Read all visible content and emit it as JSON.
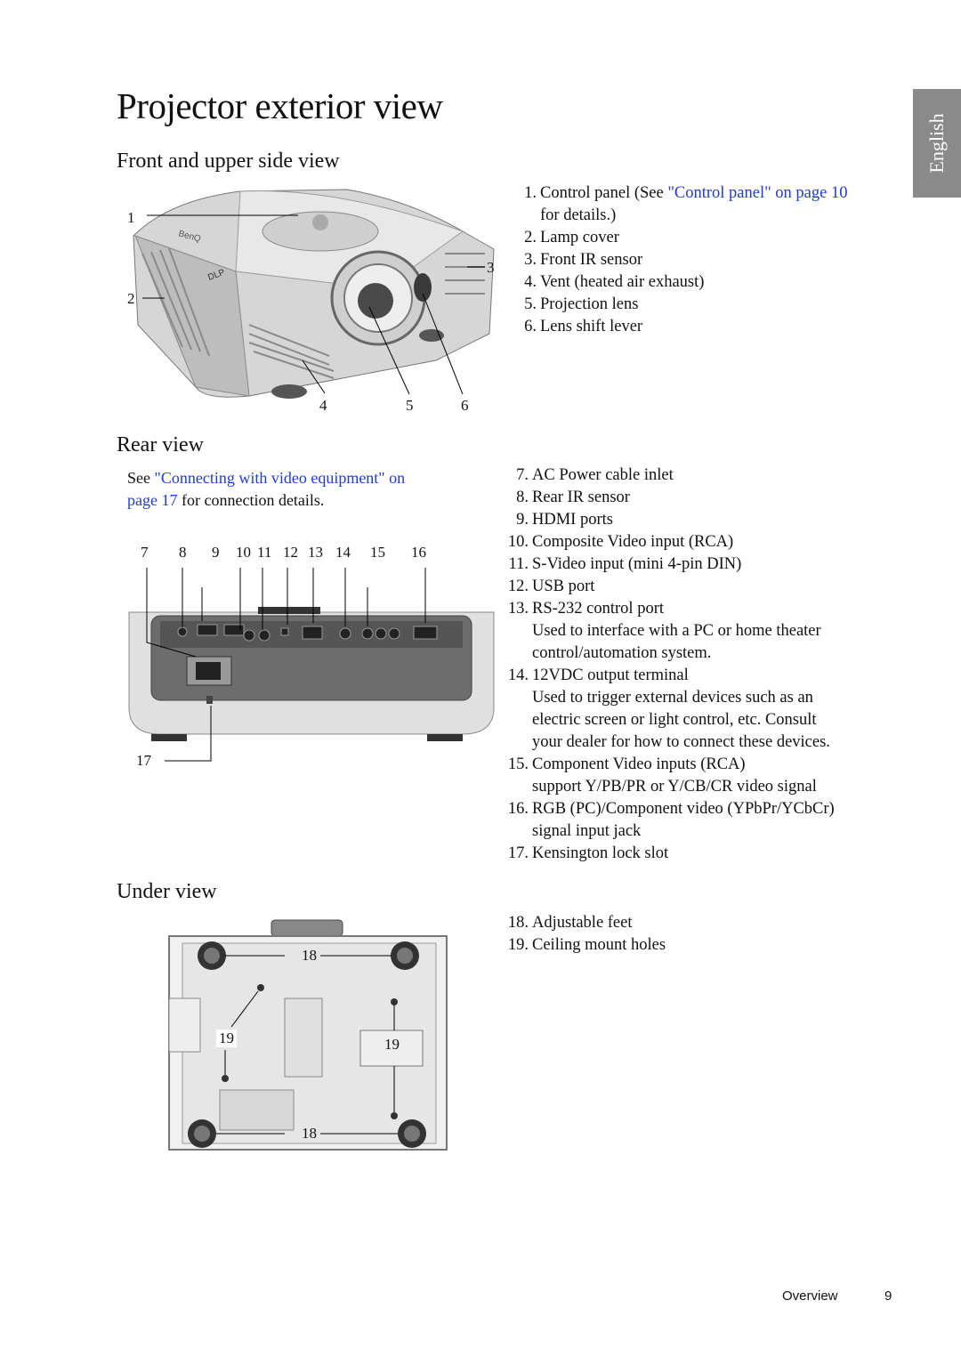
{
  "title": "Projector exterior view",
  "language_tab": "English",
  "sections": {
    "front": {
      "heading": "Front and upper side view",
      "items": [
        {
          "num": "1.",
          "text": "Control panel (See ",
          "link": "\"Control panel\" on page 10",
          "after": "",
          "line2": "for details.)"
        },
        {
          "num": "2.",
          "text": "Lamp cover"
        },
        {
          "num": "3.",
          "text": "Front IR sensor"
        },
        {
          "num": "4.",
          "text": "Vent (heated air exhaust)"
        },
        {
          "num": "5.",
          "text": "Projection lens"
        },
        {
          "num": "6.",
          "text": "Lens shift lever"
        }
      ],
      "callouts": [
        "1",
        "2",
        "3",
        "4",
        "5",
        "6"
      ]
    },
    "rear": {
      "heading": "Rear view",
      "note_prefix": "See ",
      "note_link": "\"Connecting with video equipment\" on",
      "note_link2": "page 17",
      "note_suffix": " for connection details.",
      "callouts_top": [
        "7",
        "8",
        "9",
        "10",
        "11",
        "12",
        "13",
        "14",
        "15",
        "16"
      ],
      "callout_bottom": "17",
      "items": [
        {
          "num": "7.",
          "text": "AC Power cable inlet"
        },
        {
          "num": "8.",
          "text": "Rear IR sensor"
        },
        {
          "num": "9.",
          "text": "HDMI ports"
        },
        {
          "num": "10.",
          "text": "Composite Video input (RCA)"
        },
        {
          "num": "11.",
          "text": "S-Video input (mini 4-pin DIN)"
        },
        {
          "num": "12.",
          "text": "USB port"
        },
        {
          "num": "13.",
          "text": "RS-232 control port",
          "extra": [
            "Used to interface with a PC or home theater",
            "control/automation system."
          ]
        },
        {
          "num": "14.",
          "text": "12VDC output terminal",
          "extra": [
            "Used to trigger external devices such as an",
            "electric screen or light control, etc. Consult",
            "your dealer for how to connect these devices."
          ]
        },
        {
          "num": "15.",
          "text": "Component Video inputs (RCA)",
          "extra": [
            "support Y/PB/PR or Y/CB/CR video signal"
          ]
        },
        {
          "num": "16.",
          "text": "RGB (PC)/Component video (YPbPr/YCbCr)",
          "extra": [
            "signal input jack"
          ]
        },
        {
          "num": "17.",
          "text": "Kensington lock slot"
        }
      ]
    },
    "under": {
      "heading": "Under view",
      "items": [
        {
          "num": "18.",
          "text": "Adjustable feet"
        },
        {
          "num": "19.",
          "text": "Ceiling mount holes"
        }
      ],
      "callouts": [
        "18",
        "19",
        "19",
        "18"
      ]
    }
  },
  "footer": {
    "section": "Overview",
    "page": "9"
  }
}
